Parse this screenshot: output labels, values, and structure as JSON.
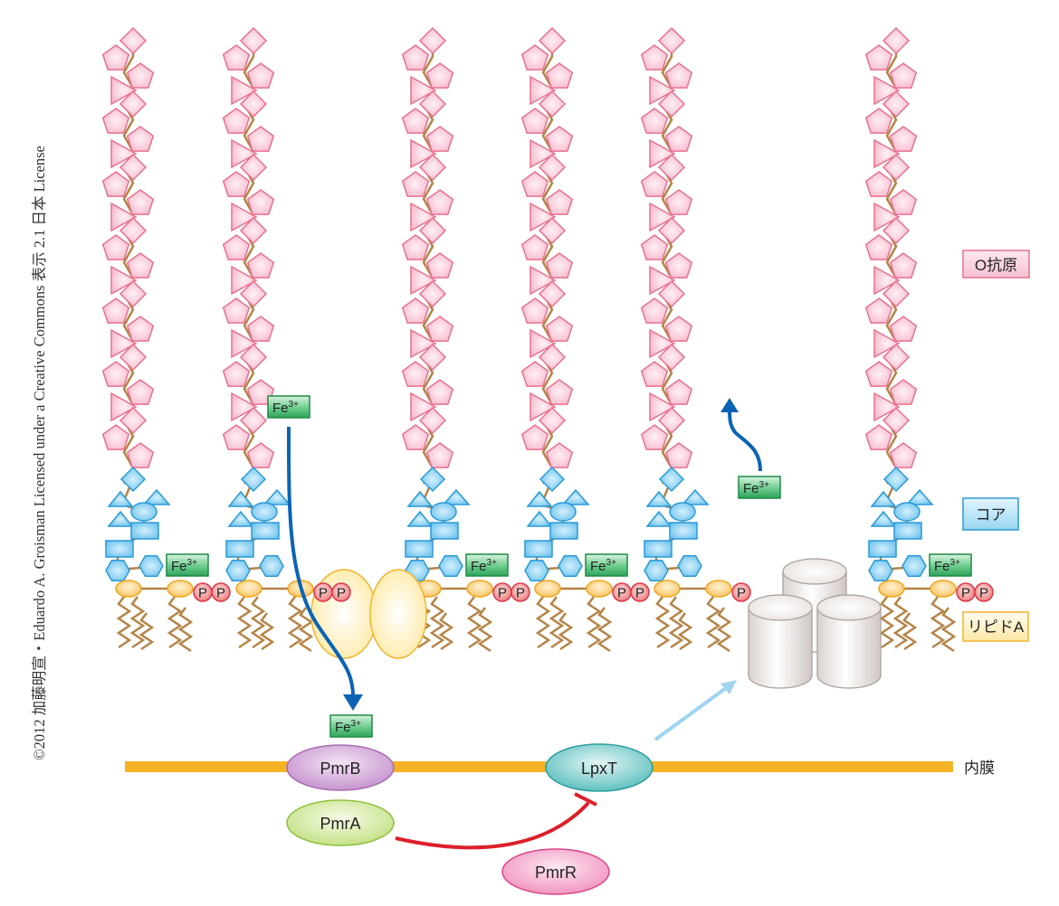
{
  "credit": "©2012 加藤明宣・Eduardo A. Groisman Licensed under a Creative Commons 表示 2.1 日本 License",
  "legend": {
    "o_antigen": "O抗原",
    "core": "コア",
    "lipid_a": "リピドA",
    "inner_membrane": "内膜"
  },
  "ion": {
    "base": "Fe",
    "charge": "3+"
  },
  "phosphate": "P",
  "proteins": {
    "pmrB": "PmrB",
    "pmrA": "PmrA",
    "pmrR": "PmrR",
    "lpxT": "LpxT"
  },
  "lps_molecules": [
    {
      "id": "lps-1",
      "phosphates": 2,
      "fe_bound": true
    },
    {
      "id": "lps-2",
      "phosphates": 2,
      "fe_bound": false
    },
    {
      "id": "lps-3",
      "phosphates": 2,
      "fe_bound": true
    },
    {
      "id": "lps-4",
      "phosphates": 2,
      "fe_bound": true
    },
    {
      "id": "lps-5",
      "phosphates": 1,
      "fe_bound": false
    },
    {
      "id": "lps-6",
      "phosphates": 2,
      "fe_bound": true
    }
  ],
  "colors": {
    "o_antigen_fill": "#f7c6d6",
    "o_antigen_stroke": "#e8708e",
    "core_fill": "#8fd0f0",
    "core_stroke": "#2a9ad8",
    "lipid_head_fill": "#fbcf7c",
    "lipid_head_stroke": "#eda620",
    "chain": "#b58447",
    "phosphate_fill": "#f29a9a",
    "phosphate_stroke": "#d83a4a",
    "fe_fill": "#3fb26a",
    "fe_stroke": "#1f8a45",
    "membrane": "#f5b325",
    "arrow_fe": "#0b63b4",
    "arrow_lpxt": "#9fd4f0",
    "inhibit": "#dd1f2a",
    "pmrB": "#c99ad0",
    "pmrA": "#c6e28a",
    "pmrR": "#f49ac4",
    "lpxT": "#6cc8c6"
  }
}
